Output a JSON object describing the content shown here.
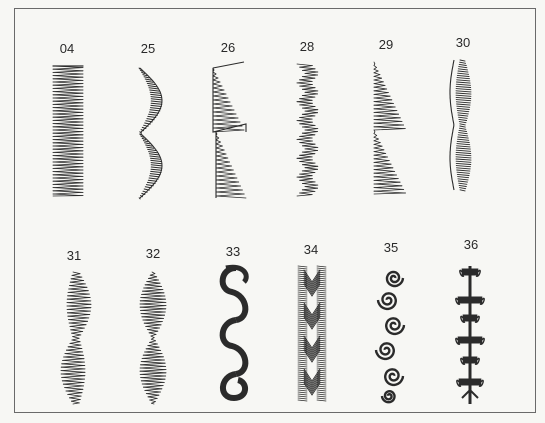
{
  "patterns": [
    {
      "number": "04",
      "shape": "satin-column"
    },
    {
      "number": "25",
      "shape": "scallop-right"
    },
    {
      "number": "26",
      "shape": "stepped-wedge"
    },
    {
      "number": "28",
      "shape": "zigzag-column"
    },
    {
      "number": "29",
      "shape": "graduated-wedge"
    },
    {
      "number": "30",
      "shape": "double-scallop"
    },
    {
      "number": "31",
      "shape": "wave-column"
    },
    {
      "number": "32",
      "shape": "diamond-oval"
    },
    {
      "number": "33",
      "shape": "s-curve-chain"
    },
    {
      "number": "34",
      "shape": "chevron-blocks"
    },
    {
      "number": "35",
      "shape": "spiral-swirls"
    },
    {
      "number": "36",
      "shape": "branch-motif"
    }
  ],
  "colors": {
    "ink": "#2b2b2b",
    "paper": "#f7f7f4",
    "border": "#6a6a6a"
  }
}
